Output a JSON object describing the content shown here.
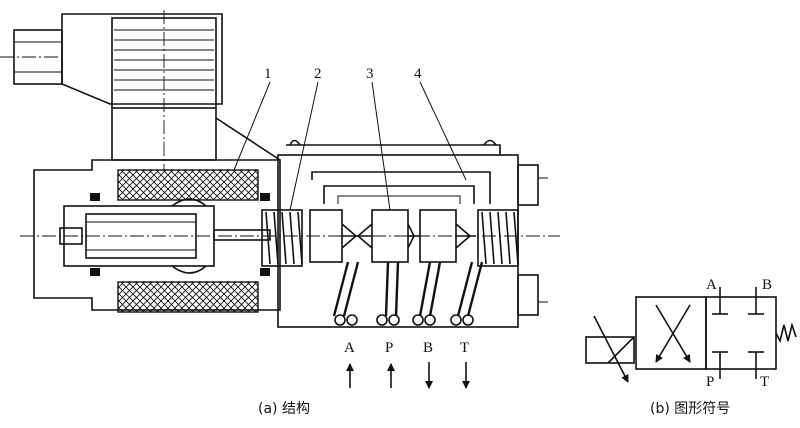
{
  "part_labels": [
    "1",
    "2",
    "3",
    "4"
  ],
  "port_labels_structure": [
    "A",
    "P",
    "B",
    "T"
  ],
  "port_labels_symbol": {
    "top_a": "A",
    "top_b": "B",
    "bottom_p": "P",
    "bottom_t": "T"
  },
  "captions": {
    "structure": "(a) 结构",
    "symbol": "(b) 图形符号"
  }
}
